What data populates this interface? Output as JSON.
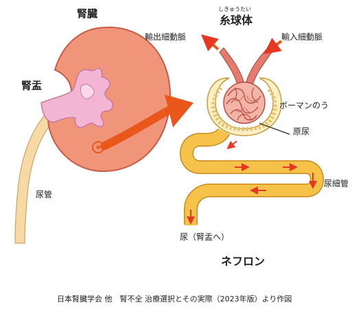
{
  "labels": {
    "kidney": "腎臓",
    "renal_pelvis": "腎盂",
    "ureter": "尿管",
    "glomerulus_ruby": "しきゅうたい",
    "glomerulus": "糸球体",
    "efferent_arteriole": "輸出細動脈",
    "afferent_arteriole": "輸入細動脈",
    "bowman_capsule": "ボーマンのう",
    "primary_urine": "原尿",
    "renal_tubule": "尿細管",
    "urine_to_pelvis": "尿（腎盂へ）",
    "nephron": "ネフロン"
  },
  "source_caption": "日本腎臓学会 他　腎不全 治療選択とその実際（2023年版）より作図",
  "colors": {
    "kidney_fill": "#f0957a",
    "renal_pelvis_fill": "#f2b6d4",
    "ureter_fill": "#f7d9a4",
    "tubule_fill": "#f7c24a",
    "bowman_fill": "#fdf0c4",
    "glomerulus_vessel": "#e37b6e",
    "flow_arrow": "#e53821",
    "big_arrow": "#e9571b"
  },
  "icons": {
    "flow_arrow": "arrow-icon",
    "big_arrow": "curved-arrow-icon"
  }
}
